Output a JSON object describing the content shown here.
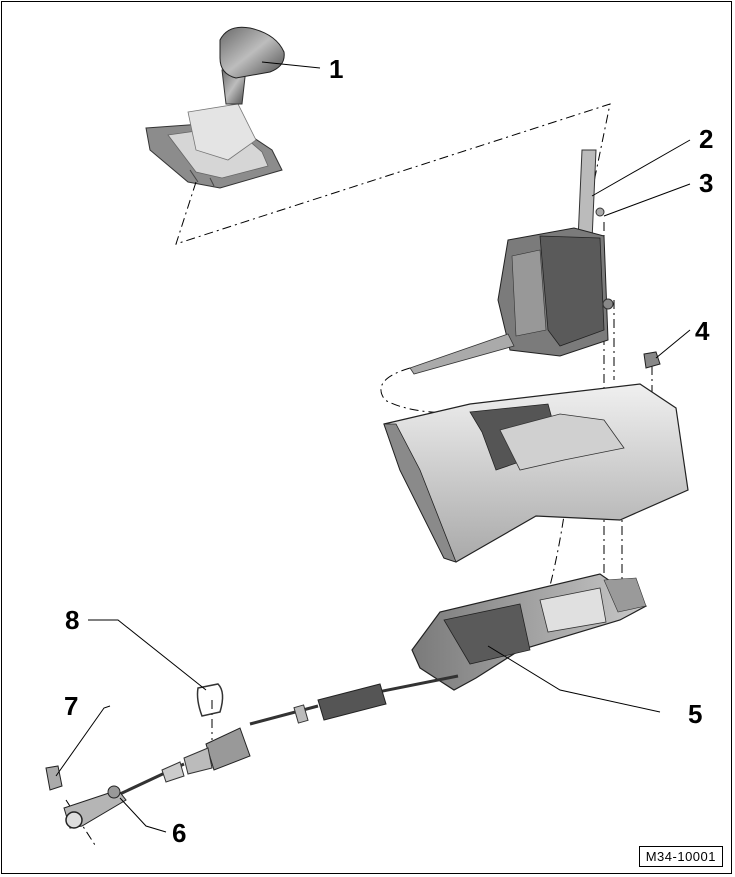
{
  "figure_id": "M34-10001",
  "callouts": [
    {
      "number": "1",
      "part": "selector-lever-knob-with-boot"
    },
    {
      "number": "2",
      "part": "selector-lever-shaft"
    },
    {
      "number": "3",
      "part": "screw"
    },
    {
      "number": "4",
      "part": "nut"
    },
    {
      "number": "5",
      "part": "selector-mechanism-housing"
    },
    {
      "number": "6",
      "part": "cable-end-lever"
    },
    {
      "number": "7",
      "part": "retaining-clip"
    },
    {
      "number": "8",
      "part": "securing-clip"
    }
  ],
  "colors": {
    "line": "#000000",
    "part_light": "#dcdcdc",
    "part_mid": "#a8a8a8",
    "part_dark": "#5e5e5e",
    "background": "#ffffff"
  }
}
